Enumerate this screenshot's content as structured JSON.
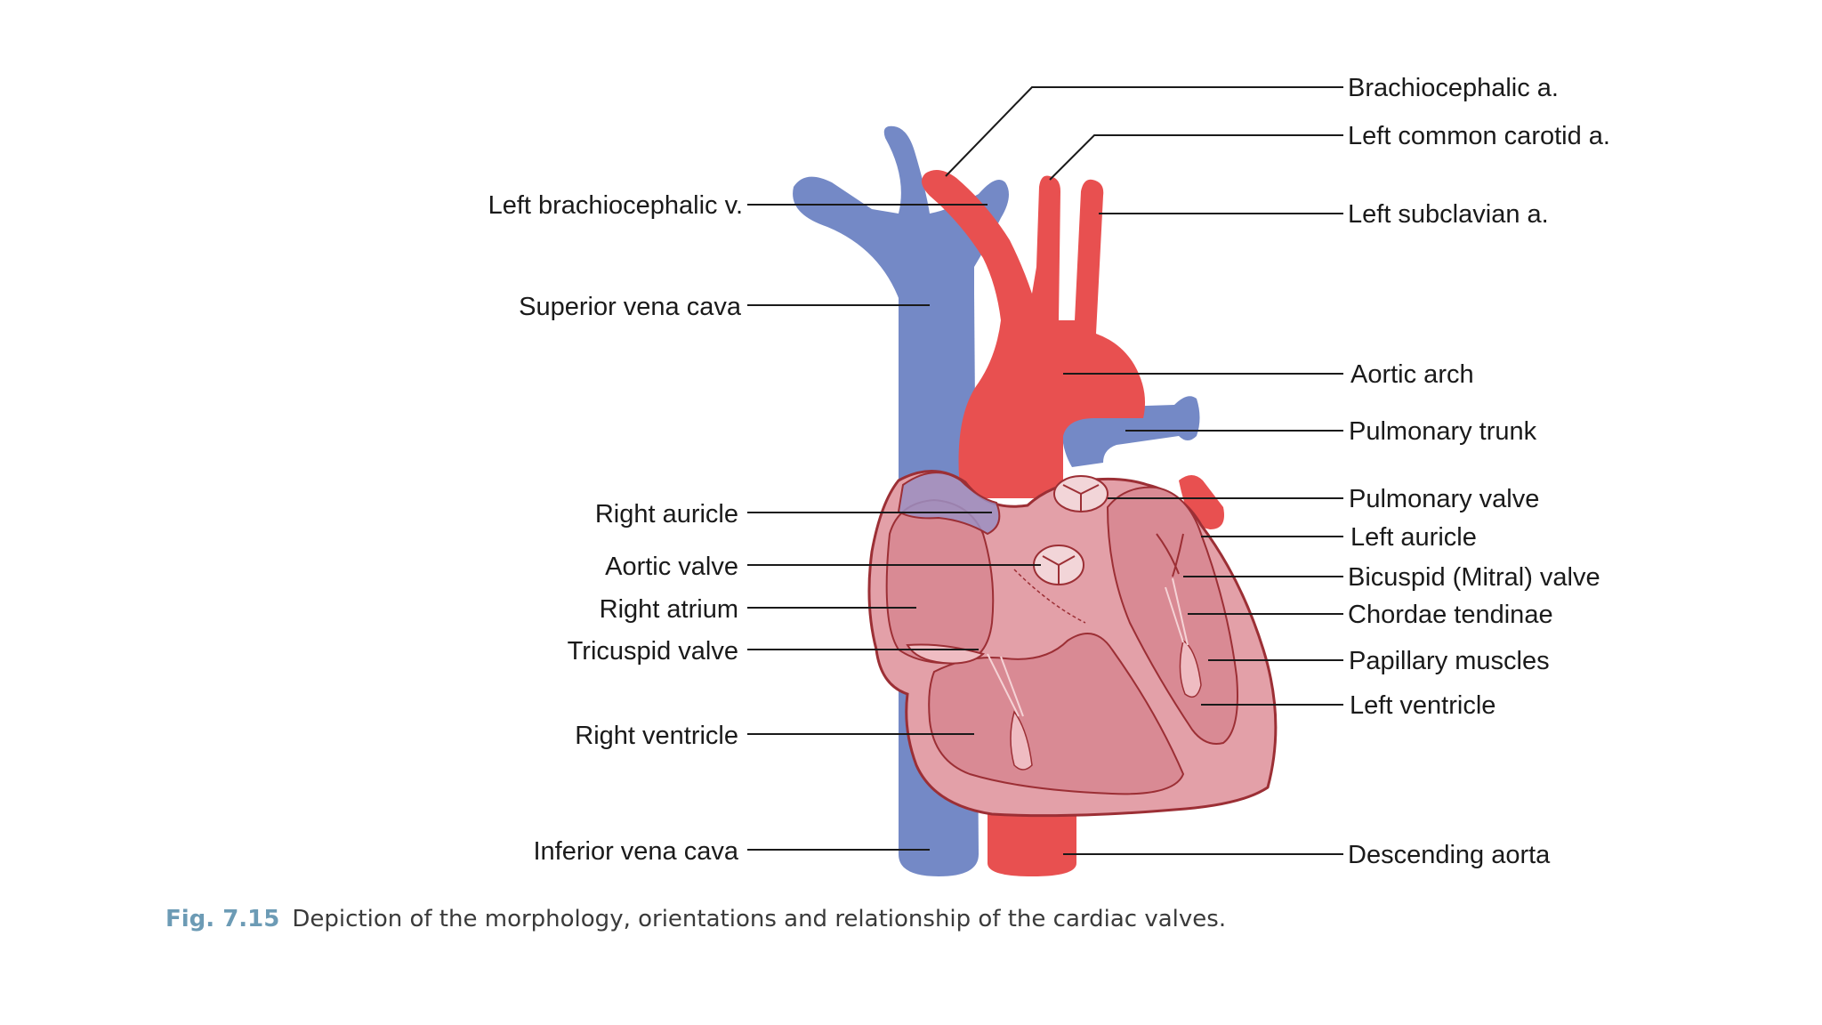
{
  "figure": {
    "number": "Fig. 7.15",
    "caption": "Depiction of the morphology, orientations and relationship of the cardiac valves."
  },
  "colors": {
    "vein": "#7489c6",
    "artery": "#e85050",
    "heart_fill": "#e3a0a8",
    "heart_outline": "#9c2f35",
    "chamber": "#d98a94"
  },
  "labels_left": [
    "Left brachiocephalic v.",
    "Superior vena cava",
    "Right auricle",
    "Aortic valve",
    "Right atrium",
    "Tricuspid valve",
    "Right ventricle",
    "Inferior vena cava"
  ],
  "labels_right": [
    "Brachiocephalic a.",
    "Left common carotid a.",
    "Left subclavian a.",
    "Aortic arch",
    "Pulmonary trunk",
    "Pulmonary valve",
    "Left auricle",
    "Bicuspid (Mitral) valve",
    "Chordae tendinae",
    "Papillary muscles",
    "Left ventricle",
    "Descending aorta"
  ]
}
